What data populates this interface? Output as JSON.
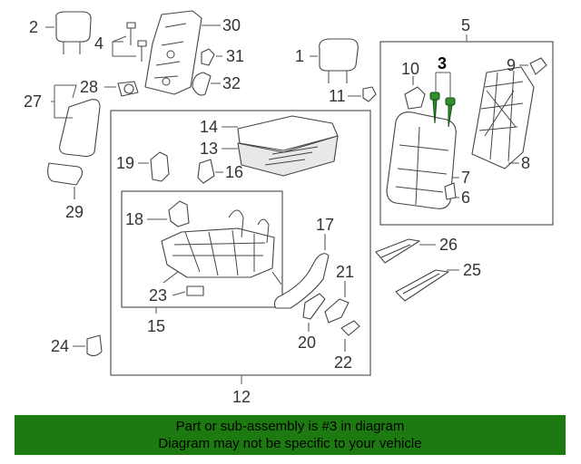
{
  "callouts": [
    "1",
    "2",
    "3",
    "4",
    "5",
    "6",
    "7",
    "8",
    "9",
    "10",
    "11",
    "12",
    "13",
    "14",
    "15",
    "16",
    "17",
    "18",
    "19",
    "20",
    "21",
    "22",
    "23",
    "24",
    "25",
    "26",
    "27",
    "28",
    "29",
    "30",
    "31",
    "32"
  ],
  "banner": {
    "line1": "Part or sub-assembly is #3 in diagram",
    "line2": "Diagram may not be specific to your vehicle"
  },
  "colors": {
    "banner_bg": "#1d7a10",
    "highlight": "#2f8f2f"
  }
}
